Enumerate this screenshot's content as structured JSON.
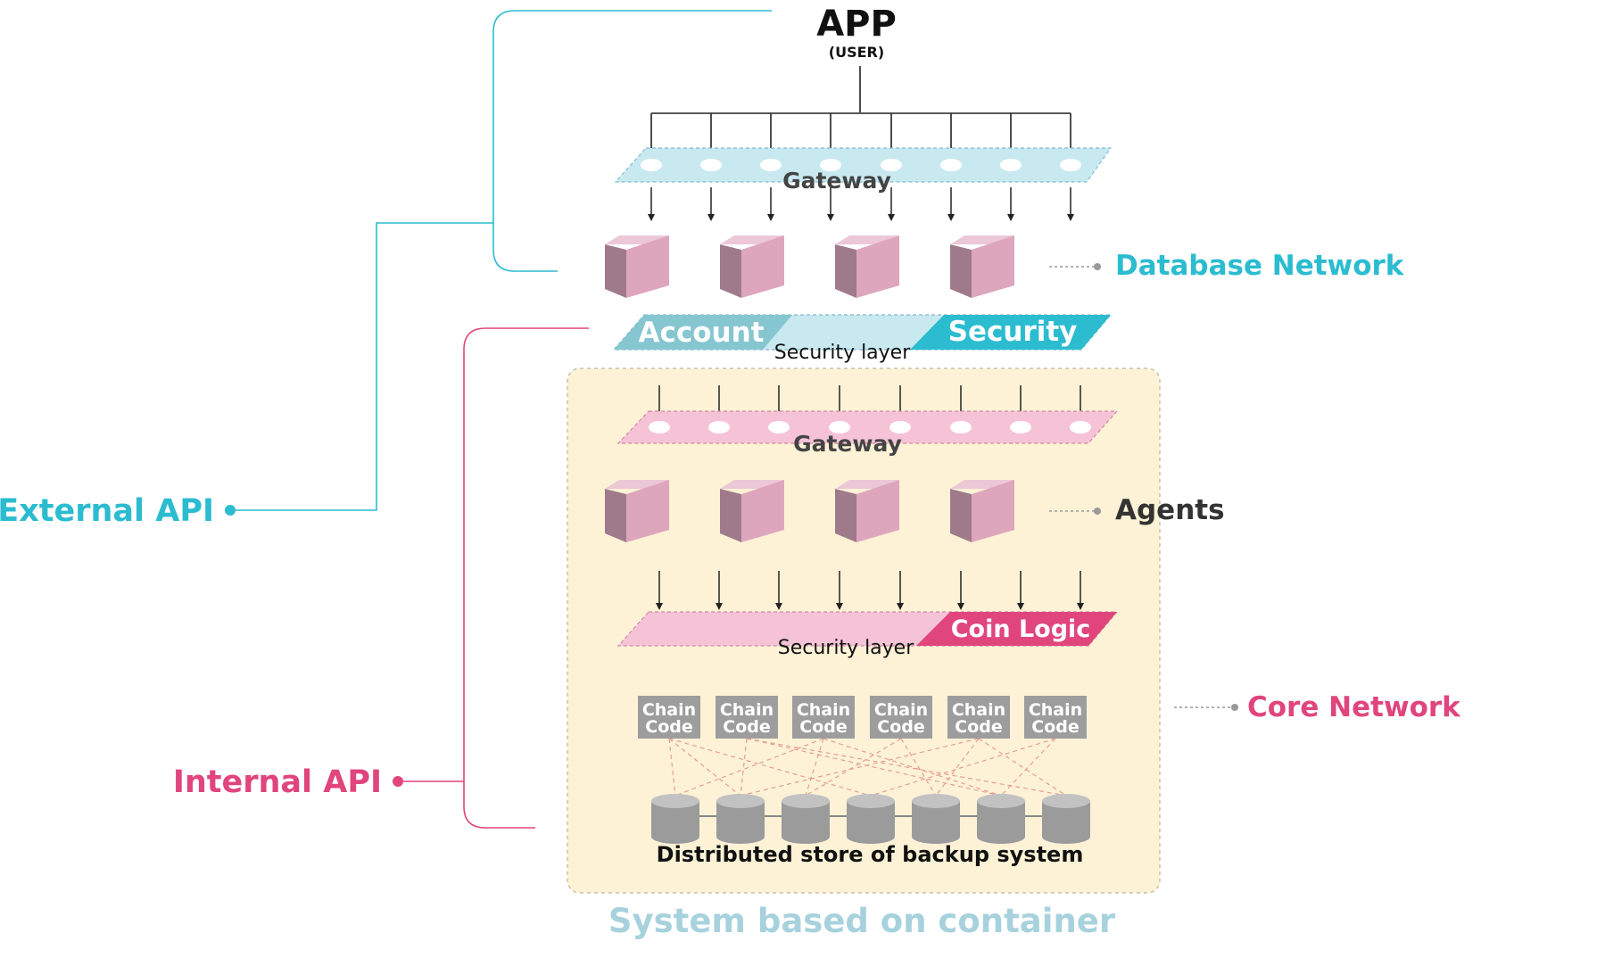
{
  "top": {
    "title": "APP",
    "subtitle": "(USER)"
  },
  "external": {
    "gateway_label": "Gateway",
    "network_label": "Database Network",
    "account_label": "Account",
    "security_label": "Security",
    "security_layer_label": "Security layer"
  },
  "core": {
    "gateway_label": "Gateway",
    "agents_label": "Agents",
    "coin_logic_label": "Coin Logic",
    "security_layer_label": "Security layer",
    "chaincodes": [
      {
        "line1": "Chain",
        "line2": "Code"
      },
      {
        "line1": "Chain",
        "line2": "Code"
      },
      {
        "line1": "Chain",
        "line2": "Code"
      },
      {
        "line1": "Chain",
        "line2": "Code"
      },
      {
        "line1": "Chain",
        "line2": "Code"
      },
      {
        "line1": "Chain",
        "line2": "Code"
      }
    ],
    "store_label": "Distributed store of backup system",
    "network_label": "Core Network"
  },
  "api": {
    "external_label": "External API",
    "internal_label": "Internal API"
  },
  "container_label": "System based on container",
  "colors": {
    "teal": "#2bbcd0",
    "pink": "#e0457b",
    "light_blue": "#c9e9f1",
    "light_pink": "#f6c3d6",
    "cube_front": "#dda6bd",
    "cube_side": "#9f7a8a",
    "cube_top": "#ecc8d6",
    "chaincode": "#9d9d9d",
    "container_bg": "#fdf2d6",
    "container_text": "#a7d2dd"
  }
}
